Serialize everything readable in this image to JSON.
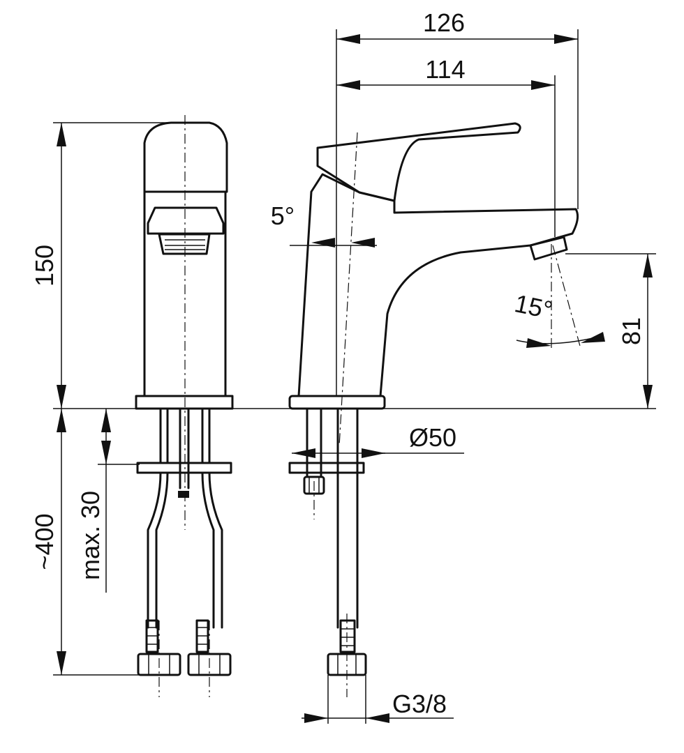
{
  "dimensions": {
    "overall_projection": "126",
    "spout_projection": "114",
    "body_height": "150",
    "spout_height": "81",
    "base_diameter": "Ø50",
    "hose_length": "~400",
    "max_deck_thickness": "max. 30",
    "connection_thread": "G3/8",
    "body_tilt_angle": "5°",
    "aerator_tilt_angle": "15°"
  },
  "colors": {
    "line": "#111111",
    "background": "#ffffff"
  }
}
